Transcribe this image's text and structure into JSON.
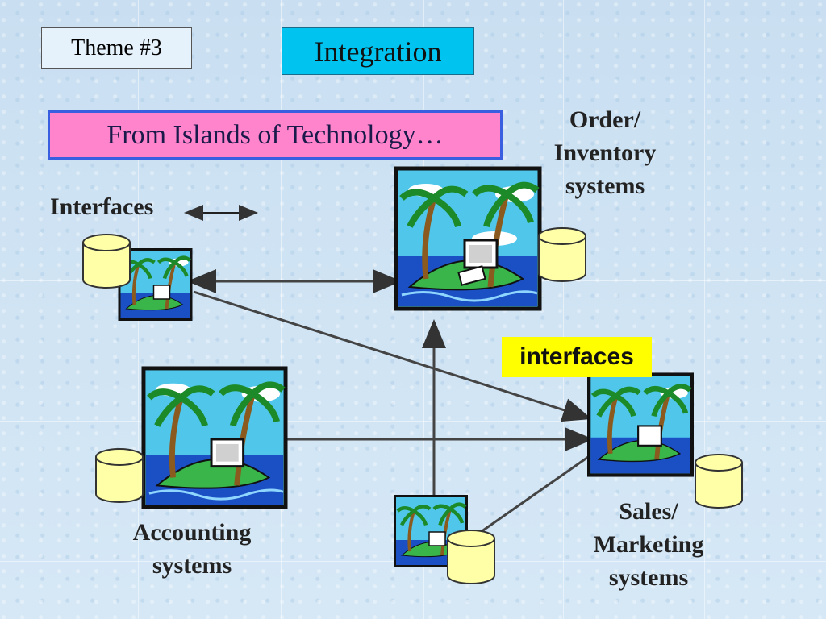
{
  "slide": {
    "theme_label": "Theme #3",
    "title": "Integration",
    "subtitle": "From Islands of Technology…",
    "interfaces_legend": "Interfaces",
    "interfaces_box": "interfaces"
  },
  "systems": {
    "order": [
      "Order/",
      "Inventory",
      "systems"
    ],
    "accounting": [
      "Accounting",
      "systems"
    ],
    "sales": [
      "Sales/",
      "Marketing",
      "systems"
    ]
  },
  "icons": [
    "island-clipart-icon",
    "database-cylinder-icon",
    "double-arrow-icon"
  ],
  "colors": {
    "title_bg": "#00c3f0",
    "subtitle_bg": "#ff84cc",
    "subtitle_border": "#3a5ee0",
    "highlight": "#ffff00",
    "cylinder": "#ffffa8"
  }
}
